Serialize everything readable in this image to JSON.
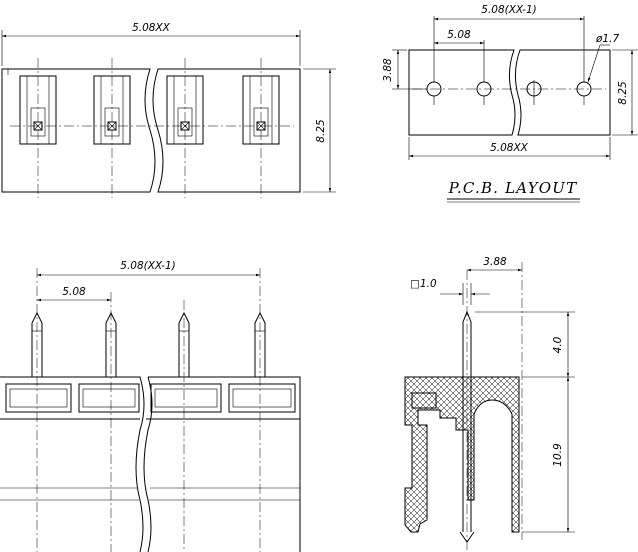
{
  "views": {
    "top": {
      "width_dim": "5.08XX",
      "height_dim": "8.25"
    },
    "pcb": {
      "overall_pitch_dim": "5.08(XX-1)",
      "pitch_dim": "5.08",
      "hole_dim": "ø1.7",
      "row_offset_dim": "3.88",
      "height_dim": "8.25",
      "width_dim": "5.08XX",
      "title": "P.C.B. LAYOUT"
    },
    "front": {
      "overall_pitch_dim": "5.08(XX-1)",
      "pitch_dim": "5.08"
    },
    "side": {
      "pin_dim": "□1.0",
      "offset_dim": "3.88",
      "pin_top_dim": "4.0",
      "body_height_dim": "10.9"
    }
  }
}
